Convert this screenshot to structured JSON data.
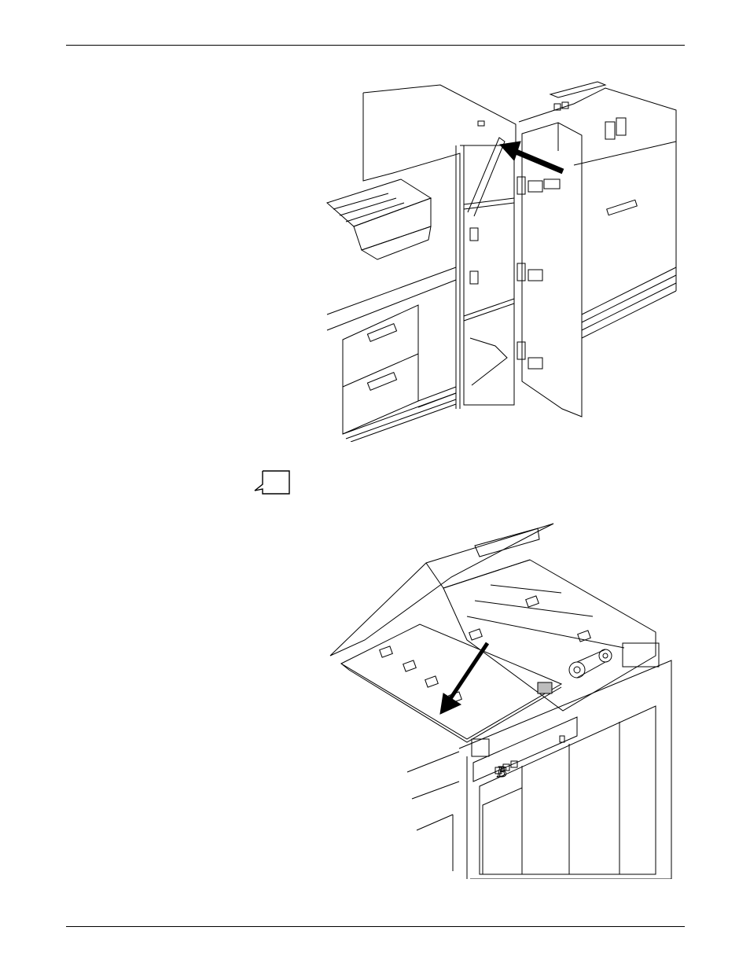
{
  "page": {
    "figures": [
      {
        "icon": "finisher-door-open-illustration"
      },
      {
        "icon": "transport-cover-open-illustration"
      }
    ],
    "note_icon": "note-icon"
  },
  "figure2": {
    "module_label": "B"
  }
}
